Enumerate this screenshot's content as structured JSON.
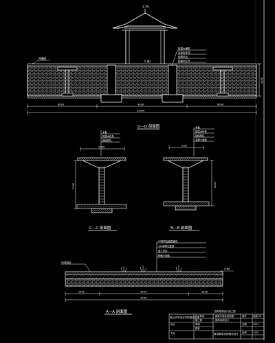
{
  "elevation": {
    "roof_mark": "2.50",
    "ground_mark": "0.80",
    "left_note": "种植槽",
    "callouts": [
      "防腐木横梁",
      "花岗岩压顶",
      "砖砌花坛",
      "防腐木栏杆"
    ],
    "height_dim": "2000",
    "dims_bottom": [
      "8000",
      "9000",
      "8000"
    ],
    "total_dim": "25000",
    "title": "D—D 剖面图"
  },
  "section_c": {
    "top_dim": "2000",
    "callouts": [
      "木板",
      "防腐木桁条",
      "钢结构柱"
    ],
    "height_dim": "1700",
    "title": "C—C 剖面图"
  },
  "section_b": {
    "top_dim": "1500",
    "callouts": [
      "木板",
      "防腐木桁条",
      "钢结构柱",
      "混凝土基础"
    ],
    "height_dim": "2000",
    "title": "B—B 剖面图"
  },
  "section_a": {
    "callouts": [
      "50厚碎石面层铺设",
      "100厚碎石垫层",
      "素土夯实",
      "种植土回填"
    ],
    "left_note": "50厚砾石",
    "mark": "0.80",
    "dims_bottom": [
      "1500",
      "4000",
      "1500"
    ],
    "total_dim": "7000",
    "title": "A—A 剖面图"
  },
  "title_block": {
    "institute": "佛山科学技术学院园林生态",
    "row1_label": "设计阶段",
    "row1_value": "施工图",
    "drawing_name_1": "廊架平面及剖面图",
    "drawing_name_2": "园林景观设计",
    "sheet_no_label": "图号",
    "sheet_no": "景施-05",
    "header_right": "园林景观设计施工图",
    "row2_label": "设计",
    "row2_value": "李明",
    "row3_label": "专业",
    "row3_value": "园林",
    "project": "景观廊架及种植池设计",
    "date_label": "日期",
    "date_value": "2012",
    "scale_label": "比例",
    "scale_value": "1:50"
  }
}
